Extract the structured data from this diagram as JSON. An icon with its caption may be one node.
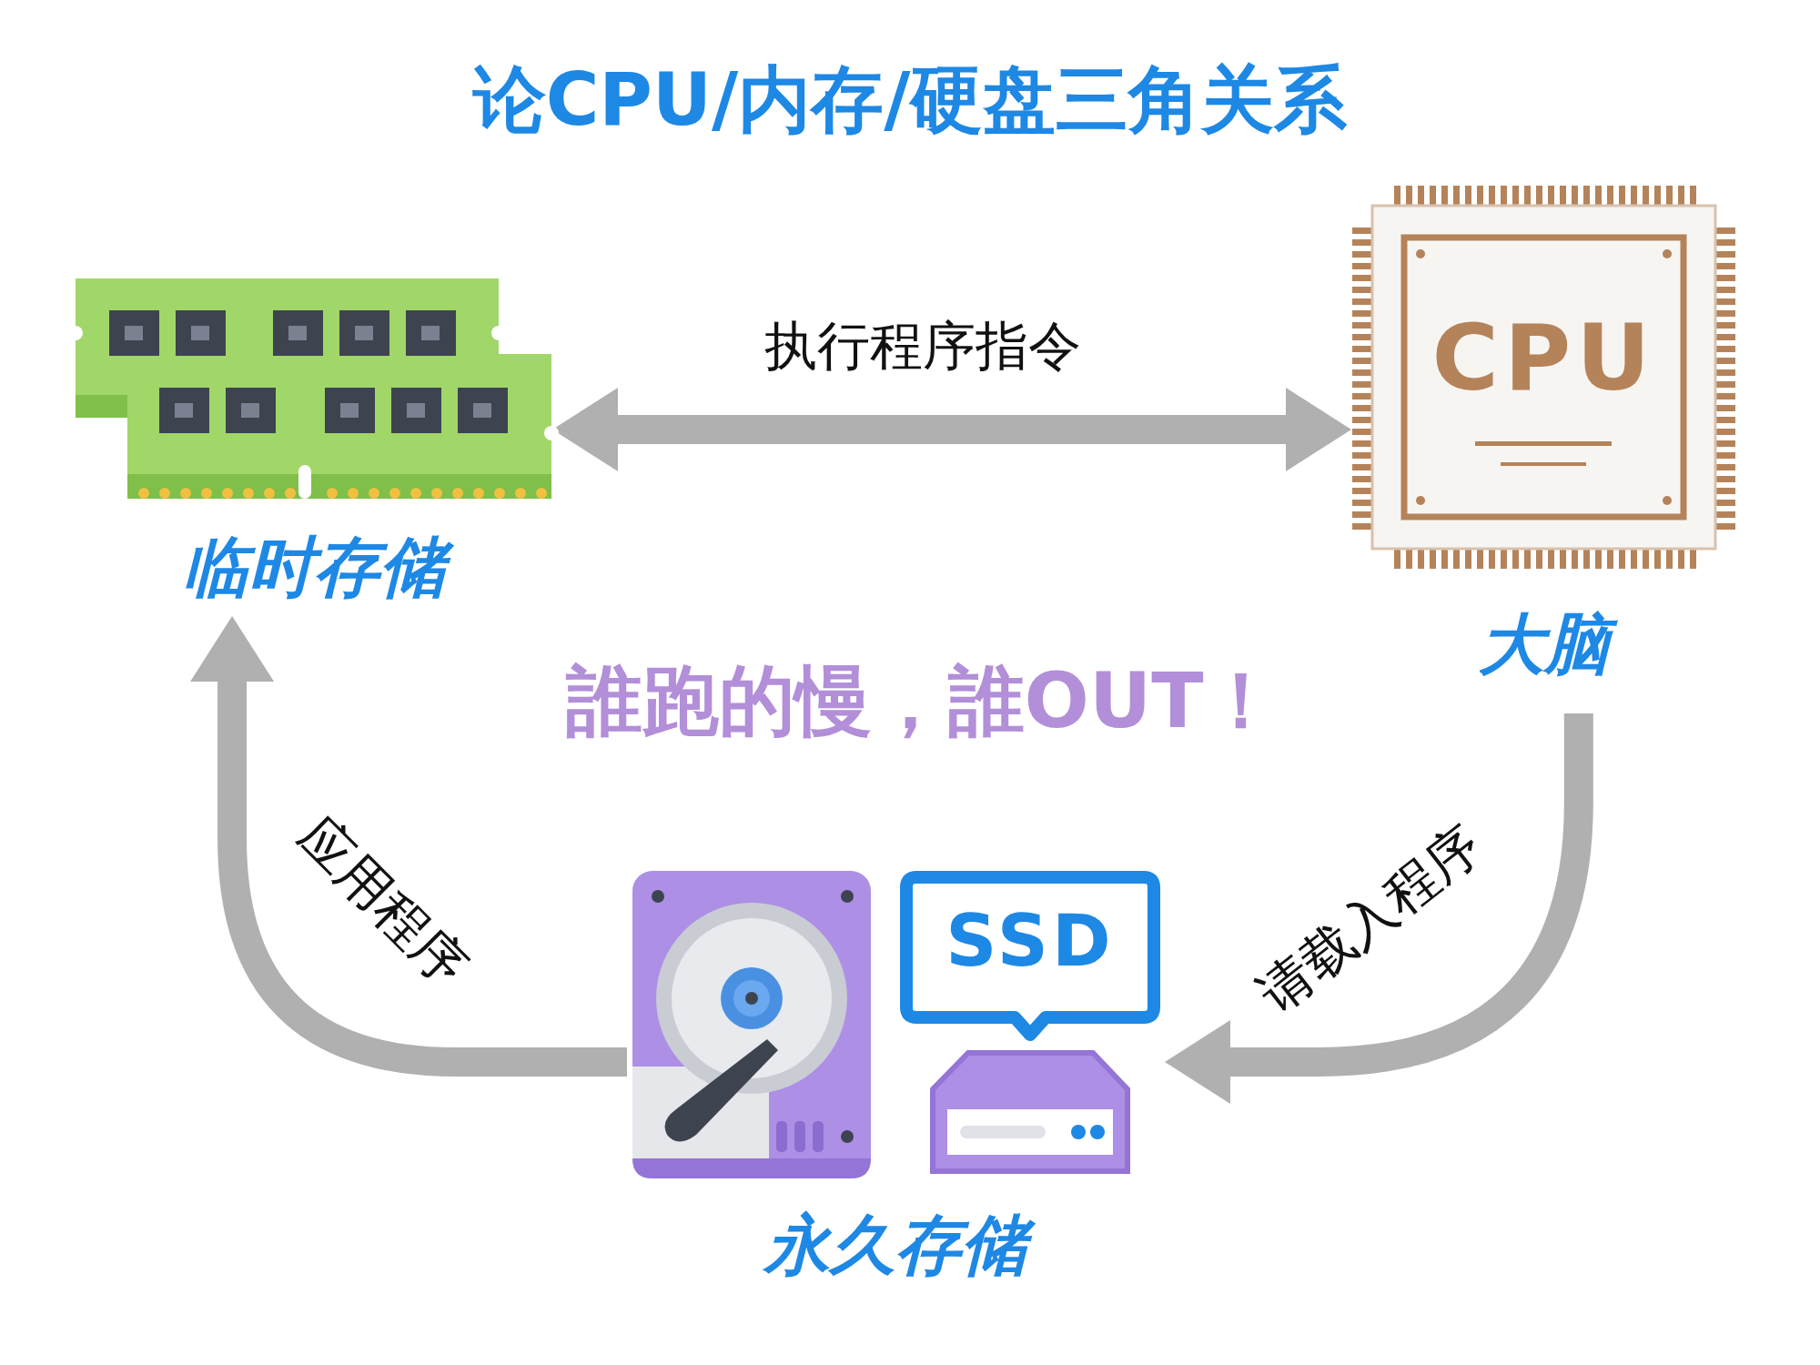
{
  "diagram": {
    "title": "论CPU/内存/硬盘三角关系",
    "nodes": [
      {
        "text": [
          "临时存储"
        ]
      },
      {
        "text": [
          "CPU",
          "大脑"
        ]
      },
      {
        "text": [
          "SSD",
          "永久存储"
        ]
      }
    ],
    "edges": [
      {
        "from": 0,
        "to": 1,
        "arrow": "both",
        "label": "执行程序指令"
      },
      {
        "from": 1,
        "to": 2,
        "arrow": "to",
        "label": "请载入程序"
      },
      {
        "from": 2,
        "to": 0,
        "arrow": "to",
        "label": "应用程序"
      }
    ],
    "labels": [
      "誰跑的慢，誰OUT！"
    ]
  }
}
